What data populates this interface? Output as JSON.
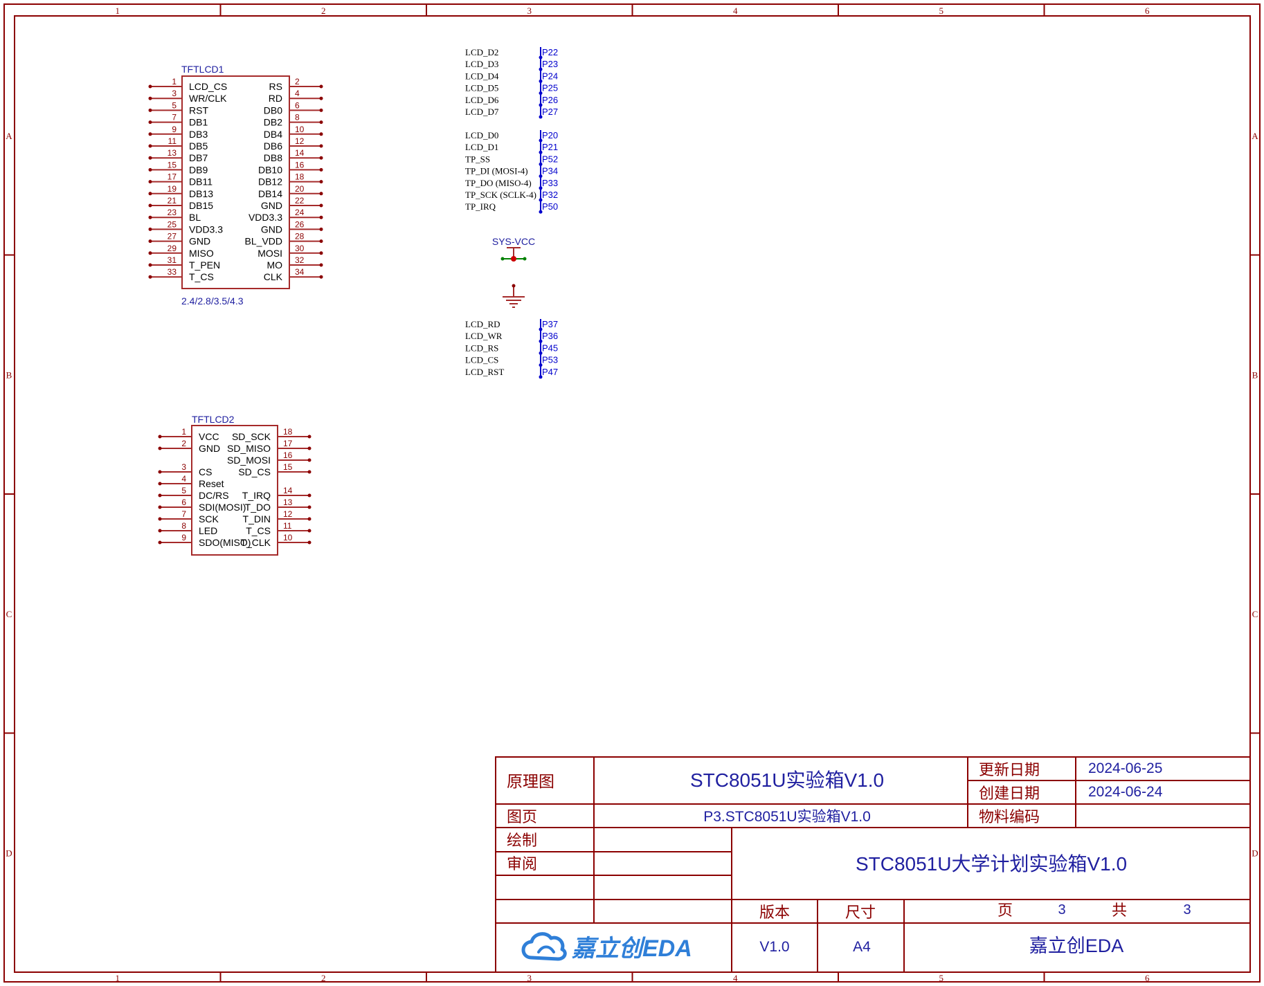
{
  "colors": {
    "frame": "#8b0000",
    "body": "#a52a2a",
    "pin_num": "#8b0000",
    "label_blue": "#2020a0",
    "port_blue": "#0000cc",
    "text_dark": "#000000",
    "accent_green": "#008000",
    "accent_red": "#cc0000",
    "logo_blue": "#2f7fd8"
  },
  "frame": {
    "columns": [
      "1",
      "2",
      "3",
      "4",
      "5",
      "6"
    ],
    "rows": [
      "A",
      "B",
      "C",
      "D"
    ]
  },
  "tftlcd1": {
    "designator": "TFTLCD1",
    "value": "2.4/2.8/3.5/4.3",
    "left_pins": [
      {
        "num": "1",
        "name": "LCD_CS"
      },
      {
        "num": "3",
        "name": "WR/CLK"
      },
      {
        "num": "5",
        "name": "RST"
      },
      {
        "num": "7",
        "name": "DB1"
      },
      {
        "num": "9",
        "name": "DB3"
      },
      {
        "num": "11",
        "name": "DB5"
      },
      {
        "num": "13",
        "name": "DB7"
      },
      {
        "num": "15",
        "name": "DB9"
      },
      {
        "num": "17",
        "name": "DB11"
      },
      {
        "num": "19",
        "name": "DB13"
      },
      {
        "num": "21",
        "name": "DB15"
      },
      {
        "num": "23",
        "name": "BL"
      },
      {
        "num": "25",
        "name": "VDD3.3"
      },
      {
        "num": "27",
        "name": "GND"
      },
      {
        "num": "29",
        "name": "MISO"
      },
      {
        "num": "31",
        "name": "T_PEN"
      },
      {
        "num": "33",
        "name": "T_CS"
      }
    ],
    "right_pins": [
      {
        "num": "2",
        "name": "RS"
      },
      {
        "num": "4",
        "name": "RD"
      },
      {
        "num": "6",
        "name": "DB0"
      },
      {
        "num": "8",
        "name": "DB2"
      },
      {
        "num": "10",
        "name": "DB4"
      },
      {
        "num": "12",
        "name": "DB6"
      },
      {
        "num": "14",
        "name": "DB8"
      },
      {
        "num": "16",
        "name": "DB10"
      },
      {
        "num": "18",
        "name": "DB12"
      },
      {
        "num": "20",
        "name": "DB14"
      },
      {
        "num": "22",
        "name": "GND"
      },
      {
        "num": "24",
        "name": "VDD3.3"
      },
      {
        "num": "26",
        "name": "GND"
      },
      {
        "num": "28",
        "name": "BL_VDD"
      },
      {
        "num": "30",
        "name": "MOSI"
      },
      {
        "num": "32",
        "name": "MO"
      },
      {
        "num": "34",
        "name": "CLK"
      }
    ]
  },
  "tftlcd2": {
    "designator": "TFTLCD2",
    "left_pins": [
      {
        "num": "1",
        "name": "VCC",
        "slot": 0
      },
      {
        "num": "2",
        "name": "GND",
        "slot": 1
      },
      {
        "num": "3",
        "name": "CS",
        "slot": 3
      },
      {
        "num": "4",
        "name": "Reset",
        "slot": 4
      },
      {
        "num": "5",
        "name": "DC/RS",
        "slot": 5
      },
      {
        "num": "6",
        "name": "SDI(MOSI)",
        "slot": 6
      },
      {
        "num": "7",
        "name": "SCK",
        "slot": 7
      },
      {
        "num": "8",
        "name": "LED",
        "slot": 8
      },
      {
        "num": "9",
        "name": "SDO(MISO)",
        "slot": 9
      }
    ],
    "right_pins": [
      {
        "num": "18",
        "name": "SD_SCK",
        "slot": 0
      },
      {
        "num": "17",
        "name": "SD_MISO",
        "slot": 1
      },
      {
        "num": "16",
        "name": "SD_MOSI",
        "slot": 2
      },
      {
        "num": "15",
        "name": "SD_CS",
        "slot": 3
      },
      {
        "num": "14",
        "name": "T_IRQ",
        "slot": 5
      },
      {
        "num": "13",
        "name": "T_DO",
        "slot": 6
      },
      {
        "num": "12",
        "name": "T_DIN",
        "slot": 7
      },
      {
        "num": "11",
        "name": "T_CS",
        "slot": 8
      },
      {
        "num": "10",
        "name": "T_CLK",
        "slot": 9
      }
    ]
  },
  "net_groups": [
    {
      "nets": [
        {
          "name": "LCD_D2",
          "port": "P22"
        },
        {
          "name": "LCD_D3",
          "port": "P23"
        },
        {
          "name": "LCD_D4",
          "port": "P24"
        },
        {
          "name": "LCD_D5",
          "port": "P25"
        },
        {
          "name": "LCD_D6",
          "port": "P26"
        },
        {
          "name": "LCD_D7",
          "port": "P27"
        }
      ]
    },
    {
      "nets": [
        {
          "name": "LCD_D0",
          "port": "P20"
        },
        {
          "name": "LCD_D1",
          "port": "P21"
        },
        {
          "name": "TP_SS",
          "port": "P52"
        },
        {
          "name": "TP_DI (MOSI-4)",
          "port": "P34"
        },
        {
          "name": "TP_DO (MISO-4)",
          "port": "P33"
        },
        {
          "name": "TP_SCK (SCLK-4)",
          "port": "P32"
        },
        {
          "name": "TP_IRQ",
          "port": "P50"
        }
      ]
    },
    {
      "nets": [
        {
          "name": "LCD_RD",
          "port": "P37"
        },
        {
          "name": "LCD_WR",
          "port": "P36"
        },
        {
          "name": "LCD_RS",
          "port": "P45"
        },
        {
          "name": "LCD_CS",
          "port": "P53"
        },
        {
          "name": "LCD_RST",
          "port": "P47"
        }
      ]
    }
  ],
  "power": {
    "vcc_label": "SYS-VCC"
  },
  "title_block": {
    "schematic_label": "原理图",
    "project_title": "STC8051U实验箱V1.0",
    "update_date_label": "更新日期",
    "update_date": "2024-06-25",
    "create_date_label": "创建日期",
    "create_date": "2024-06-24",
    "sheet_label": "图页",
    "sheet_name": "P3.STC8051U实验箱V1.0",
    "part_code_label": "物料编码",
    "part_code": "",
    "drawn_label": "绘制",
    "review_label": "审阅",
    "main_title": "STC8051U大学计划实验箱V1.0",
    "version_label": "版本",
    "version": "V1.0",
    "size_label": "尺寸",
    "size": "A4",
    "page_label": "页",
    "page": "3",
    "total_label": "共",
    "total": "3",
    "logo_text": "嘉立创EDA",
    "company": "嘉立创EDA",
    "logo_icon": "cloud-logo-icon"
  }
}
